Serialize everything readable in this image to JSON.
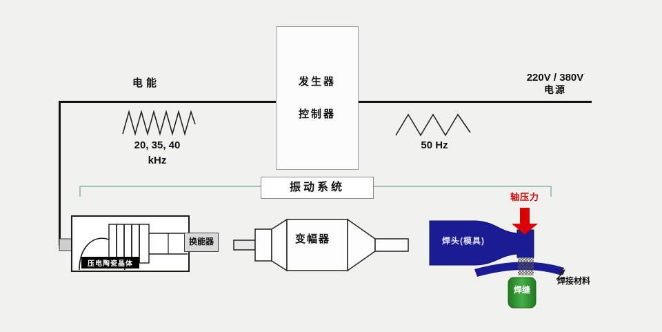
{
  "diagram": "ultrasonic-welding-system",
  "labels": {
    "electric_energy": "电能",
    "khz_values": "20, 35, 40",
    "khz_unit": "kHz",
    "generator": "发生器",
    "controller": "控制器",
    "mains_voltage": "220V / 380V",
    "mains_label": "电源",
    "mains_freq": "50 Hz",
    "vibration_system": "振动系统",
    "transducer": "换能器",
    "piezo_crystal": "压电陶瓷晶体",
    "booster": "变幅器",
    "horn": "焊头(模具)",
    "pressure": "轴压力",
    "weld_material": "焊接材料",
    "weld_seam": "焊缝"
  },
  "colors": {
    "background": "#f1f1ef",
    "line": "#111111",
    "bracket_teal": "#a5bfbf",
    "horn_blue": "#1b1b93",
    "pressure_red": "#dd0000",
    "weld_green": "#2f9b2f"
  }
}
